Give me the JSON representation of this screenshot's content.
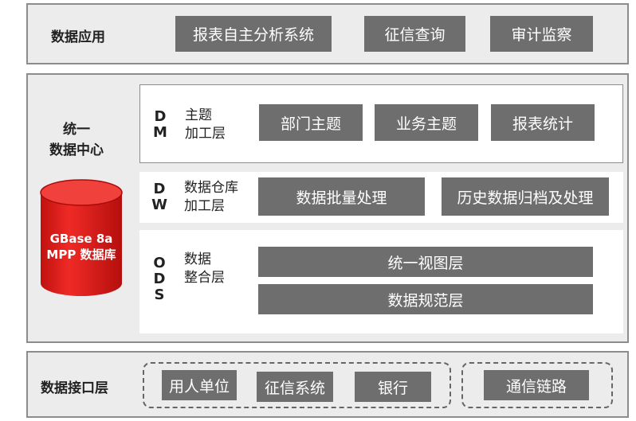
{
  "app_layer": {
    "label": "数据应用",
    "items": [
      "报表自主分析系统",
      "征信查询",
      "审计监察"
    ]
  },
  "center": {
    "label_line1": "统一",
    "label_line2": "数据中心",
    "db_line1": "GBase 8a",
    "db_line2": "MPP 数据库",
    "db_color": "#e8201f"
  },
  "dm": {
    "abbr": [
      "D",
      "M"
    ],
    "name_line1": "主题",
    "name_line2": "加工层",
    "items": [
      "部门主题",
      "业务主题",
      "报表统计"
    ]
  },
  "dw": {
    "abbr": [
      "D",
      "W"
    ],
    "name_line1": "数据仓库",
    "name_line2": "加工层",
    "items": [
      "数据批量处理",
      "历史数据归档及处理"
    ]
  },
  "ods": {
    "abbr": [
      "O",
      "D",
      "S"
    ],
    "name_line1": "数据",
    "name_line2": "整合层",
    "items": [
      "统一视图层",
      "数据规范层"
    ]
  },
  "interface_layer": {
    "label": "数据接口层",
    "group1": [
      "用人单位",
      "征信系统",
      "银行"
    ],
    "group2": [
      "通信链路"
    ]
  }
}
